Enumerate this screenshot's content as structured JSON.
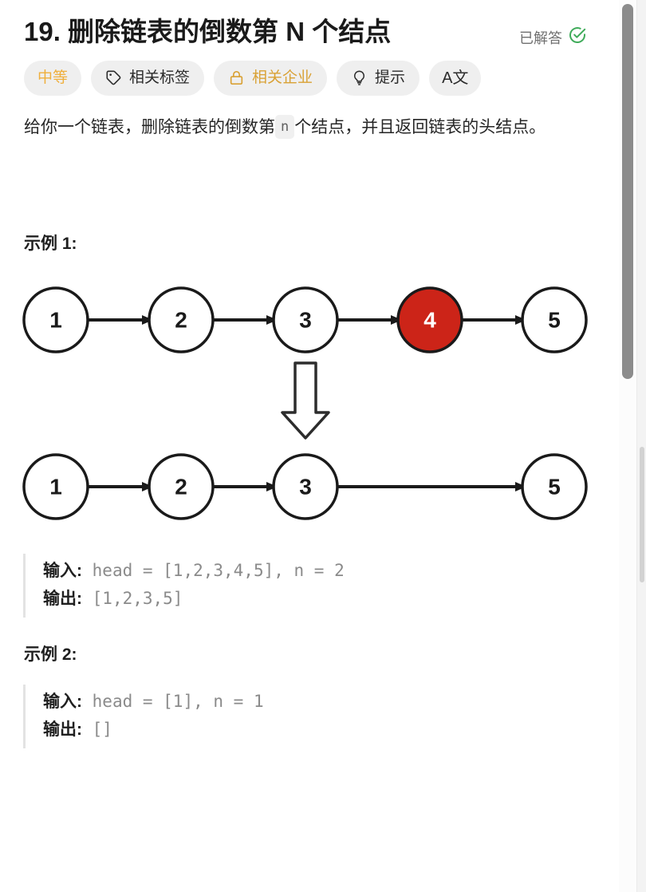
{
  "problem": {
    "title": "19. 删除链表的倒数第 N 个结点",
    "status_text": "已解答",
    "status_icon": "check-circle-icon",
    "status_color": "#3fab5a"
  },
  "badges": [
    {
      "label": "中等",
      "icon": null,
      "name": "difficulty-badge",
      "color": "#efaf3c"
    },
    {
      "label": "相关标签",
      "icon": "tag-icon",
      "name": "related-topics-badge",
      "color": "#2b2b2b"
    },
    {
      "label": "相关企业",
      "icon": "lock-icon",
      "name": "related-companies-badge",
      "color": "#d9a134"
    },
    {
      "label": "提示",
      "icon": "lightbulb-icon",
      "name": "hints-badge",
      "color": "#2b2b2b"
    },
    {
      "label": "A文",
      "icon": null,
      "name": "language-toggle-badge",
      "color": "#2b2b2b"
    }
  ],
  "description": {
    "part1": "给你一个链表，删除链表的倒数第",
    "code": "n",
    "part2": "个结点，并且返回链表的头结点。"
  },
  "examples": [
    {
      "heading": "示例 1:",
      "input_label": "输入:",
      "input_value": "head = [1,2,3,4,5], n = 2",
      "output_label": "输出:",
      "output_value": "[1,2,3,5]"
    },
    {
      "heading": "示例 2:",
      "input_label": "输入:",
      "input_value": "head = [1], n = 1",
      "output_label": "输出:",
      "output_value": "[]"
    }
  ],
  "diagram": {
    "row_before": [
      "1",
      "2",
      "3",
      "4",
      "5"
    ],
    "row_after": [
      "1",
      "2",
      "3",
      "5"
    ],
    "highlighted_value": "4",
    "highlight_color": "#cc2418",
    "node_stroke": "#1a1a1a",
    "transition_arrow": "down-block-arrow"
  },
  "scrollbars": {
    "inner_thumb": "inner-scrollbar-thumb",
    "outer_thumb": "outer-scrollbar-thumb"
  }
}
